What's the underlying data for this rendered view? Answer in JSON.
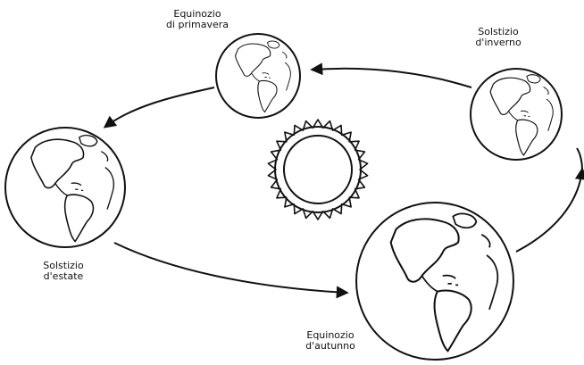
{
  "labels": {
    "spring_equinox": [
      "Equinozio",
      "di primavera"
    ],
    "winter_solstice": [
      "Solstizio",
      "d'inverno"
    ],
    "summer_solstice": [
      "Solstizio",
      "d'estate"
    ],
    "autumn_equinox": [
      "Equinozio",
      "d'autunno"
    ]
  },
  "colors": {
    "stroke": "#111111",
    "background": "#ffffff"
  },
  "elements": {
    "center": "sun-icon",
    "globes": [
      "earth-globe-icon",
      "earth-globe-icon",
      "earth-globe-icon",
      "earth-globe-icon"
    ]
  }
}
